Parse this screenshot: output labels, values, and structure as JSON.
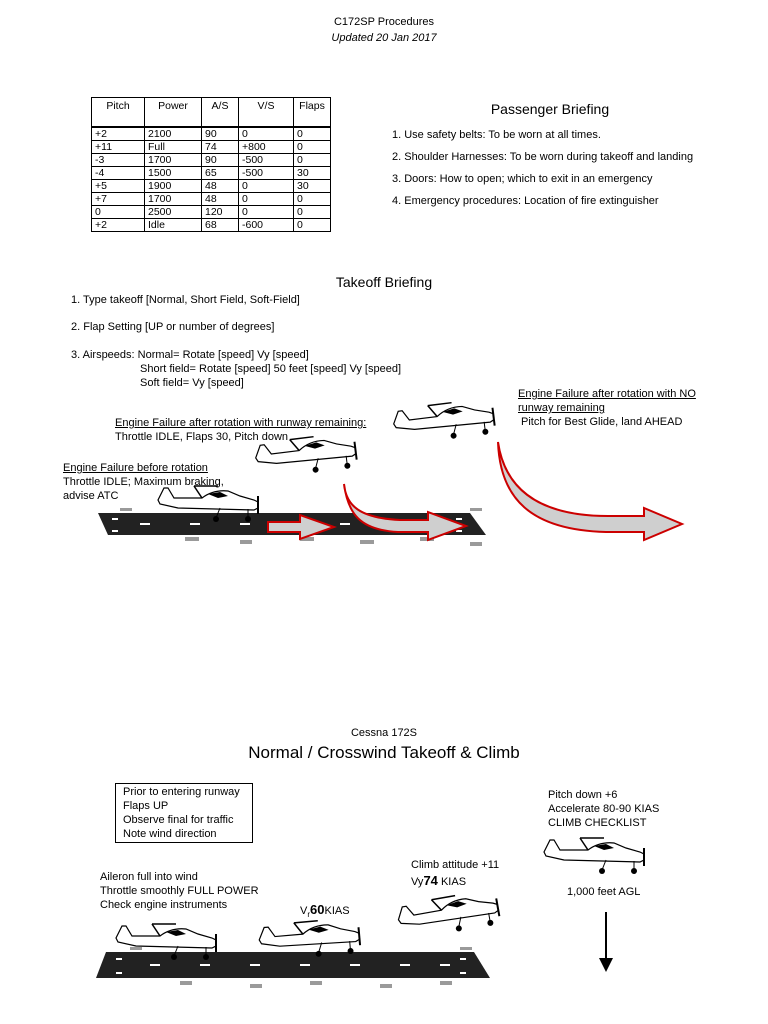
{
  "header": {
    "title": "C172SP Procedures",
    "updated": "Updated 20 Jan 2017"
  },
  "performance_table": {
    "headers": [
      "Pitch",
      "Power",
      "A/S",
      "V/S",
      "Flaps"
    ],
    "rows": [
      [
        "+2",
        "2100",
        "90",
        "0",
        "0"
      ],
      [
        "+11",
        "Full",
        "74",
        "+800",
        "0"
      ],
      [
        "-3",
        "1700",
        "90",
        "-500",
        "0"
      ],
      [
        "-4",
        "1500",
        "65",
        "-500",
        "30"
      ],
      [
        "+5",
        "1900",
        "48",
        "0",
        "30"
      ],
      [
        "+7",
        "1700",
        "48",
        "0",
        "0"
      ],
      [
        "0",
        "2500",
        "120",
        "0",
        "0"
      ],
      [
        "+2",
        "Idle",
        "68",
        "-600",
        "0"
      ]
    ]
  },
  "passenger_briefing": {
    "title": "Passenger Briefing",
    "items": [
      "1. Use safety belts: To be worn at all times.",
      "2. Shoulder Harnesses: To be worn during takeoff and landing",
      "3. Doors: How to open; which to exit in an emergency",
      "4. Emergency procedures: Location of fire extinguisher"
    ]
  },
  "takeoff_briefing": {
    "title": "Takeoff Briefing",
    "item1": "1. Type takeoff [Normal, Short Field, Soft-Field]",
    "item2": "2. Flap Setting [UP or number of degrees]",
    "item3_normal": "3. Airspeeds: Normal= Rotate [speed] Vy [speed]",
    "item3_short": "Short field= Rotate [speed] 50 feet [speed] Vy [speed]",
    "item3_soft": "Soft field= Vy [speed]"
  },
  "engine_failure": {
    "before_rotation": {
      "title": "Engine Failure before rotation",
      "line1": "Throttle IDLE; Maximum braking,",
      "line2": "advise ATC"
    },
    "runway_remaining": {
      "title": "Engine Failure after rotation with runway remaining:",
      "line1": "Throttle IDLE, Flaps 30, Pitch down"
    },
    "no_runway": {
      "title1": "Engine Failure after rotation with NO",
      "title2": "runway remaining",
      "line1": "Pitch for Best Glide, land AHEAD"
    }
  },
  "normal_takeoff": {
    "subtitle": "Cessna 172S",
    "title": "Normal / Crosswind Takeoff & Climb",
    "prior_box": [
      "Prior to entering runway",
      "Flaps UP",
      "Observe final for traffic",
      "Note wind direction"
    ],
    "aileron": [
      "Aileron full into wind",
      "Throttle smoothly FULL POWER",
      "Check engine instruments"
    ],
    "vr_prefix": "V",
    "vr_sub": "r",
    "vr_value": "60",
    "vr_unit": "KIAS",
    "climb_attitude": "Climb attitude +11",
    "vy_prefix": "Vy",
    "vy_value": "74",
    "vy_unit": " KIAS",
    "pitch_down": [
      "Pitch down +6",
      "Accelerate 80-90 KIAS",
      "CLIMB CHECKLIST"
    ],
    "altitude": "1,000 feet AGL"
  },
  "colors": {
    "arrow_fill": "#cfcfcf",
    "arrow_stroke": "#cc0000",
    "runway": "#222222"
  }
}
